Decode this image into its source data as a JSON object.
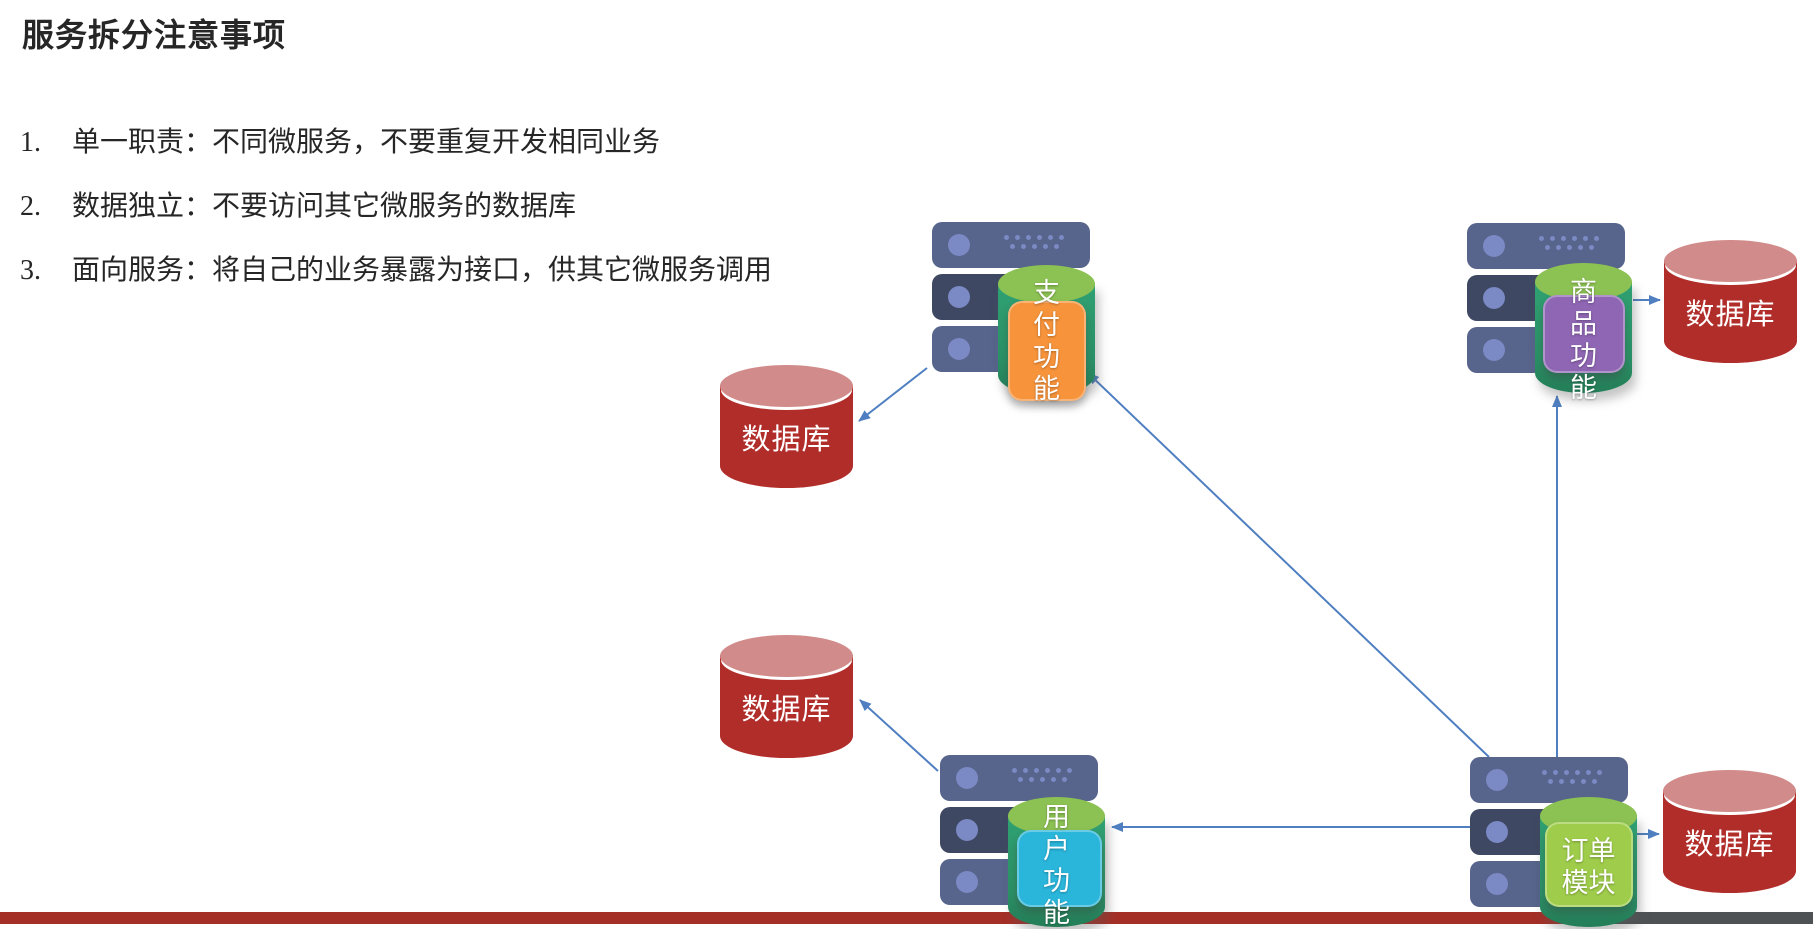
{
  "title": "服务拆分注意事项",
  "notes": [
    {
      "num": "1.",
      "text": "单一职责：不同微服务，不要重复开发相同业务"
    },
    {
      "num": "2.",
      "text": "数据独立：不要访问其它微服务的数据库"
    },
    {
      "num": "3.",
      "text": "面向服务：将自己的业务暴露为接口，供其它微服务调用"
    }
  ],
  "services": [
    {
      "id": "payment",
      "label": "支付功能",
      "color": "#f6933b"
    },
    {
      "id": "product",
      "label": "商品功能",
      "color": "#8f66b3"
    },
    {
      "id": "user",
      "label": "用户功能",
      "color": "#2ab5da"
    },
    {
      "id": "order",
      "label": "订单模块",
      "color": "#9fcd4b"
    }
  ],
  "databases": [
    {
      "label": "数据库"
    },
    {
      "label": "数据库"
    },
    {
      "label": "数据库"
    },
    {
      "label": "数据库"
    }
  ],
  "colors": {
    "arrow": "#4f7fc1",
    "server_body": "#57648b",
    "server_dark": "#3e4862",
    "server_led": "#7b89c4",
    "cyl_top": "#8cc153",
    "cyl_body": "#2fa173",
    "db_top": "#d18b8a",
    "db_body": "#b12d2a",
    "footer_red": "#a42f27",
    "footer_gray": "#4e5254",
    "text": "#262626"
  }
}
